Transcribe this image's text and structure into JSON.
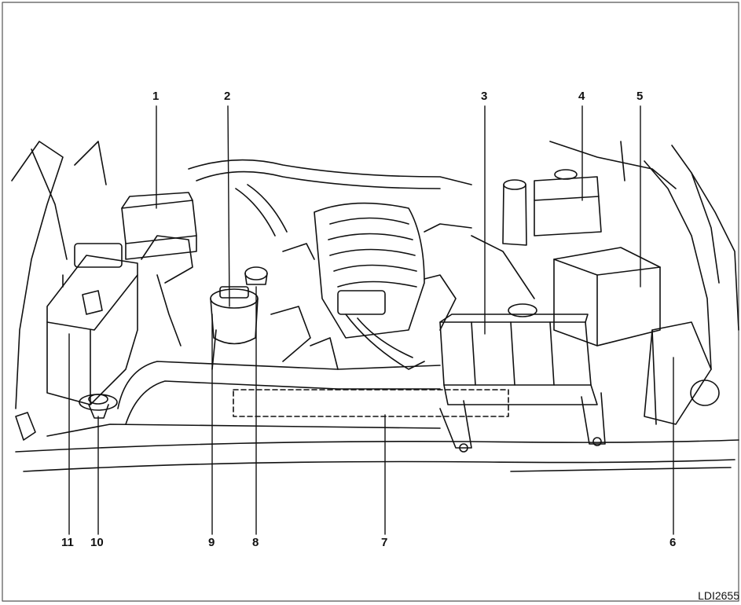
{
  "diagram": {
    "figure_id": "LDI2655",
    "callouts": {
      "c1": "1",
      "c2": "2",
      "c3": "3",
      "c4": "4",
      "c5": "5",
      "c6": "6",
      "c7": "7",
      "c8": "8",
      "c9": "9",
      "c10": "10",
      "c11": "11"
    },
    "colors": {
      "ink": "#111111",
      "background": "#ffffff"
    }
  }
}
